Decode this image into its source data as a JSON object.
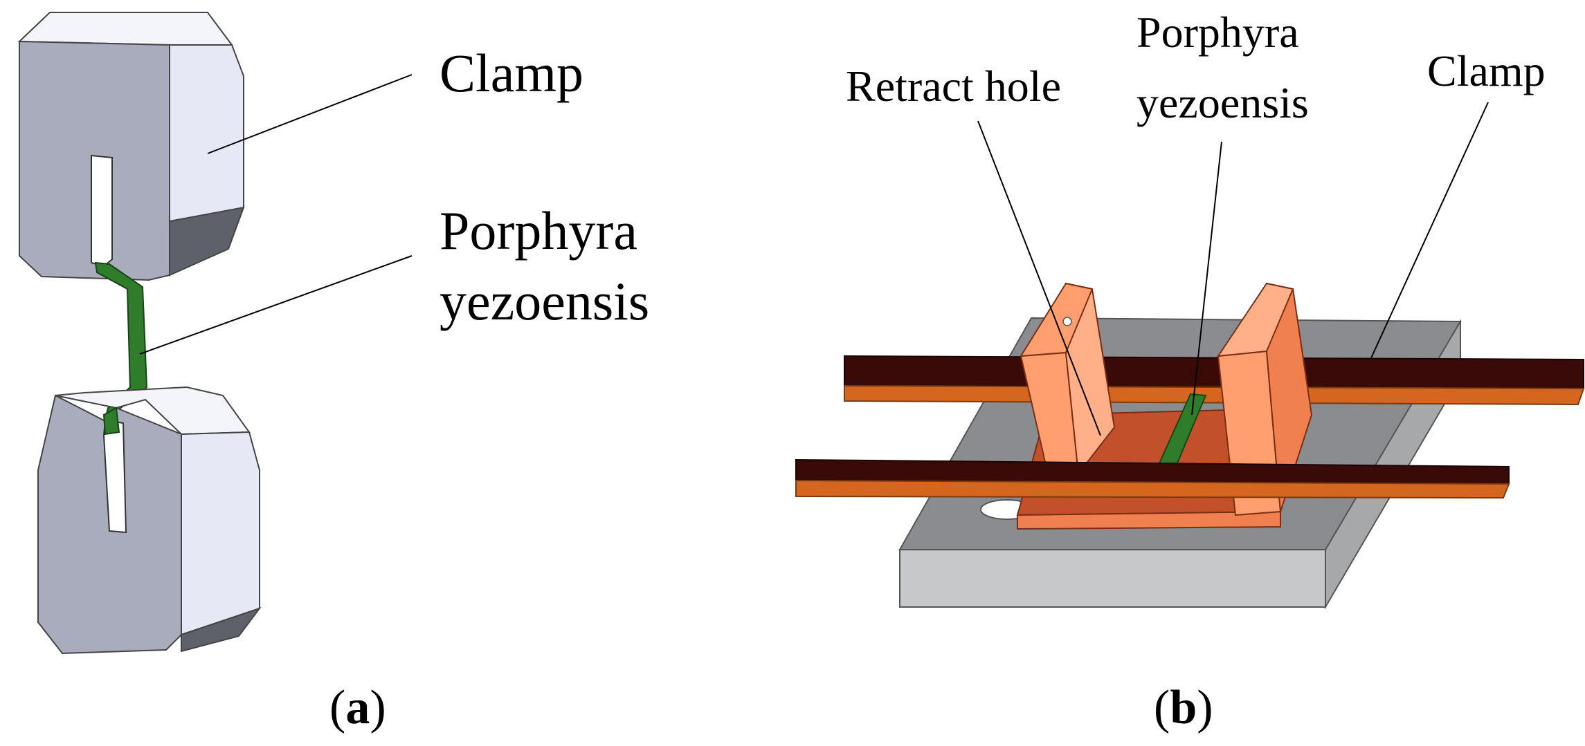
{
  "panel_a": {
    "caption": {
      "open": "(",
      "letter": "a",
      "close": ")"
    },
    "labels": {
      "clamp": "Clamp",
      "specimen_line1": "Porphyra",
      "specimen_line2": "yezoensis"
    }
  },
  "panel_b": {
    "caption": {
      "open": "(",
      "letter": "b",
      "close": ")"
    },
    "labels": {
      "retract_hole": "Retract hole",
      "specimen_line1": "Porphyra",
      "specimen_line2": "yezoensis",
      "clamp": "Clamp"
    }
  },
  "colors": {
    "clamp_front": "#a9acbd",
    "clamp_side": "#e6e8f6",
    "clamp_top": "#f4f5fb",
    "clamp_shadow": "#5f616a",
    "specimen": "#2f7d2a",
    "orange_light": "#ff9e6e",
    "orange_mid": "#f08050",
    "orange_dark": "#c2502a",
    "rail_top": "#3a0a08",
    "rail_side": "#d4661f",
    "base_top": "#8a8c8f",
    "base_side": "#c6c8c9"
  }
}
